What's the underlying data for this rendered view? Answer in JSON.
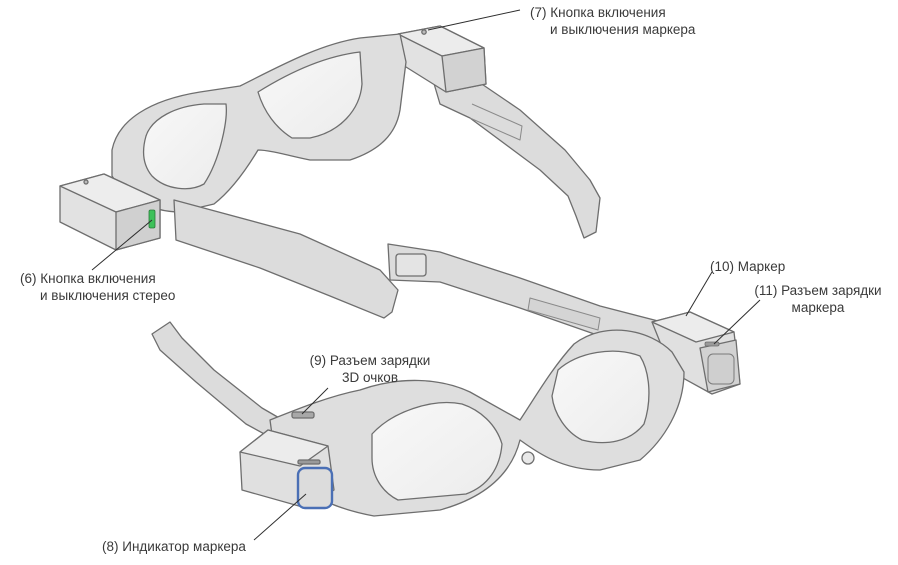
{
  "callouts": {
    "c6": {
      "line1": "(6) Кнопка включения",
      "line2": "и выключения стерео"
    },
    "c7": {
      "line1": "(7) Кнопка включения",
      "line2": "и выключения маркера"
    },
    "c8": {
      "line1": "(8) Индикатор маркера"
    },
    "c9": {
      "line1": "(9) Разъем зарядки",
      "line2": "3D очков"
    },
    "c10": {
      "line1": "(10) Маркер"
    },
    "c11": {
      "line1": "(11) Разъем зарядки",
      "line2": "маркера"
    }
  },
  "colors": {
    "body_fill": "#dcdcdc",
    "body_light": "#e9e9e9",
    "body_dark": "#c4c4c4",
    "outline": "#6e6e6e",
    "lens": "#f4f4f4",
    "indicator_blue": "#4a6fb5",
    "switch_green": "#3ec15a"
  }
}
